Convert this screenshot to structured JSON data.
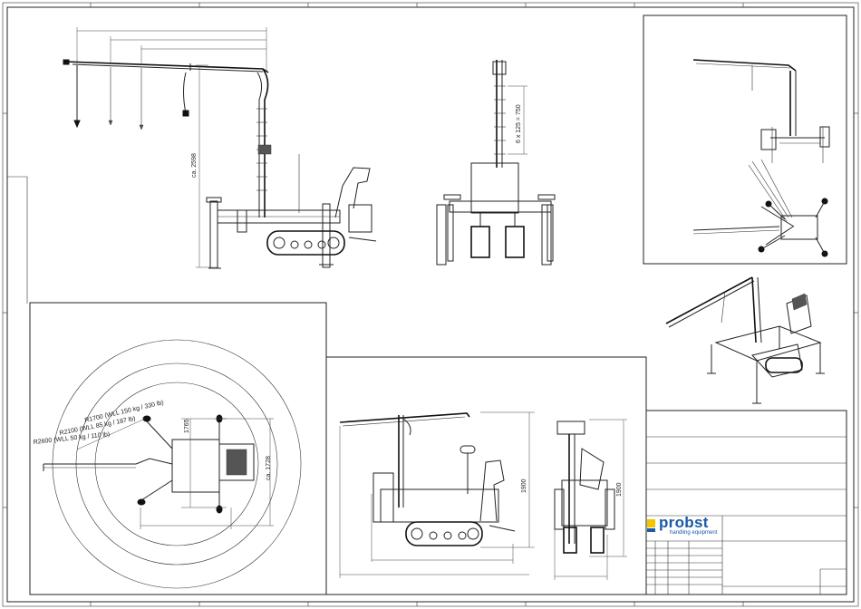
{
  "dimensions": {
    "height_total": "ca. 2598",
    "mast_steps": "6 x 125 = 750",
    "outrigger_width": "1765",
    "track_width": "ca. 1728",
    "height_folded_side": "1900",
    "height_folded_front": "1900"
  },
  "radius_labels": {
    "r1700": "R1700 (WLL 150 kg / 330 lb)",
    "r2100": "R2100 (WLL 85 kg / 187 lb)",
    "r2600": "R2600 (WLL 50 kg / 110 lb)"
  },
  "logo": {
    "name": "probst",
    "tagline": "handling equipment"
  },
  "colors": {
    "brand_blue": "#1a5aa6",
    "brand_yellow": "#f2c500",
    "line": "#222222"
  }
}
